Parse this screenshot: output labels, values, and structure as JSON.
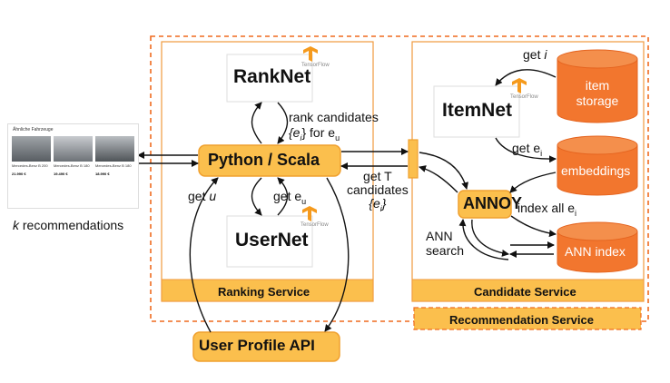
{
  "colors": {
    "box_fill": "#fbbf4d",
    "box_stroke": "#f0a02e",
    "cylinder_fill": "#f2762e",
    "dashed_border": "#ef6a1f",
    "panel_border": "#f09a3e"
  },
  "ranking": {
    "python_scala": "Python / Scala",
    "ranknet": "RankNet",
    "usernet": "UserNet",
    "service_label": "Ranking Service",
    "rank_candidates_line1": "rank candidates",
    "rank_candidates_line2": "{e",
    "rank_candidates_sub": "i",
    "rank_candidates_line3": "} for e",
    "rank_candidates_sub2": "u",
    "get_eu": "get e",
    "get_eu_sub": "u"
  },
  "candidate": {
    "itemnet": "ItemNet",
    "annoy": "ANNOY",
    "service_label": "Candidate Service",
    "get_i": "get ",
    "get_i_var": "i",
    "get_ei": "get e",
    "get_ei_sub": "i",
    "index_all": "index all e",
    "index_all_sub": "i",
    "ann_search_line1": "ANN",
    "ann_search_line2": "search",
    "item_storage_line1": "item",
    "item_storage_line2": "storage",
    "embeddings": "embeddings",
    "ann_index": "ANN index"
  },
  "recommendation_service": "Recommendation Service",
  "get_t_line1": "get T",
  "get_t_line2": "candidates",
  "get_t_line3": "{e",
  "get_t_sub": "i",
  "get_t_line3b": "}",
  "get_u": "get ",
  "get_u_var": "u",
  "user_profile_api": "User Profile API",
  "k_recommendations_var": "k",
  "k_recommendations_text": " recommendations",
  "tensorflow_label": "TensorFlow",
  "thumbnail": {
    "header": "Ähnliche Fahrzeuge",
    "cars": [
      {
        "title": "Mercedes-Benz B 200",
        "price": "21.990 €"
      },
      {
        "title": "Mercedes-Benz B 180",
        "price": "19.490 €"
      },
      {
        "title": "Mercedes-Benz B 180",
        "price": "18.990 €"
      }
    ]
  }
}
